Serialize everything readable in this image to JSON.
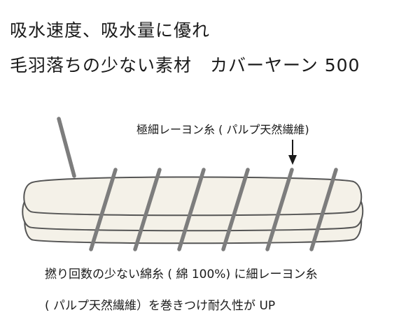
{
  "heading": {
    "line1": "吸水速度、吸水量に優れ",
    "line2": "毛羽落ちの少ない素材　カバーヤーン 500"
  },
  "diagram": {
    "label": "極細レーヨン糸 ( パルプ天然繊維)",
    "strand_fill": "#f4f1e8",
    "strand_stroke": "#555555",
    "wrap_color": "#7d7d7d"
  },
  "footer": {
    "line1": "撚り回数の少ない綿糸 ( 綿 100%) に細レーヨン糸",
    "line2": "( パルプ天然繊維）を巻きつけ耐久性が UP"
  }
}
